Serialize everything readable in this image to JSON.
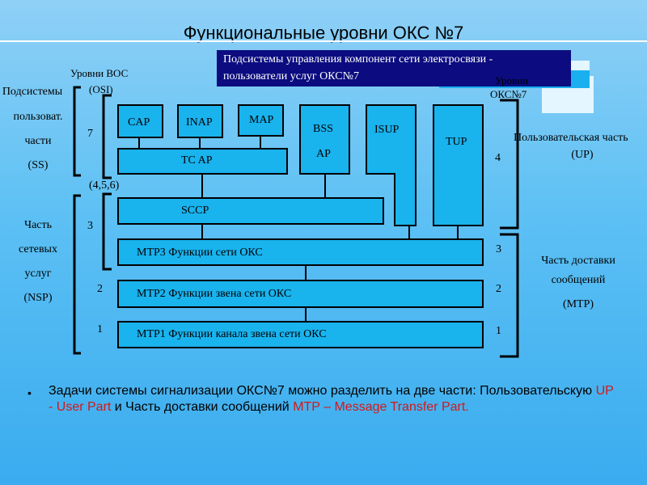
{
  "title": "Функциональные уровни ОКС №7",
  "header_box": {
    "line1": "Подсистемы управления компонент сети электросвязи -",
    "line2": "пользователи услуг ОКС№7"
  },
  "labels": {
    "osi_levels_1": "Уровни ВОС",
    "osi_levels_2": "(OSI)",
    "oks_levels_1": "Уровни",
    "oks_levels_2": "ОКС№7",
    "ss_1": "Подсистемы",
    "ss_2": "пользоват.",
    "ss_3": "части",
    "ss_4": "(SS)",
    "nsp_1": "Часть",
    "nsp_2": "сетевых",
    "nsp_3": "услуг",
    "nsp_4": "(NSP)",
    "up_1": "Пользовательская часть",
    "up_2": "(UP)",
    "mtp_1": "Часть доставки",
    "mtp_2": "сообщений",
    "mtp_3": "(MTP)"
  },
  "level_numbers": {
    "osi_7": "7",
    "osi_456": "(4,5,6)",
    "osi_3": "3",
    "osi_2": "2",
    "osi_1": "1",
    "oks_4": "4",
    "oks_3": "3",
    "oks_2": "2",
    "oks_1": "1"
  },
  "blocks": {
    "cap": "CAP",
    "inap": "INAP",
    "map": "MAP",
    "bss_1": "BSS",
    "bss_2": "AP",
    "isup": "ISUP",
    "tup": "TUP",
    "tcap": "TC AP",
    "sccp": "SCCP",
    "mtp3": "MTP3  Функции сети ОКС",
    "mtp2": "MTP2  Функции звена сети ОКС",
    "mtp1": "MTP1  Функции канала звена сети ОКС"
  },
  "bullet": {
    "symbol": "•",
    "text1": "Задачи системы сигнализации ОКС№7 можно разделить на две части: Пользовательскую ",
    "red1": "UP - User Part",
    "text2": " и Часть доставки сообщений ",
    "red2": "MTP – Message Transfer Part."
  },
  "colors": {
    "background_top": "#8fd0f6",
    "background_bottom": "#3aacef",
    "block_fill": "#19b3ee",
    "header_box": "#0c0c80",
    "highlight_red": "#d41818"
  }
}
